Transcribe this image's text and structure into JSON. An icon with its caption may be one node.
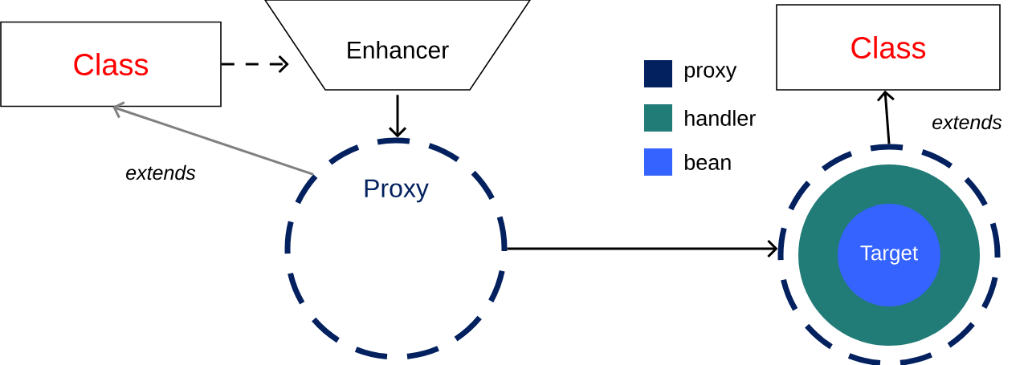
{
  "diagram": {
    "nodes": [
      {
        "text": [
          "Class"
        ]
      },
      {
        "text": [
          "Enhancer"
        ]
      },
      {
        "text": [
          "Proxy"
        ]
      },
      {
        "text": [
          "Class"
        ]
      },
      {
        "text": [],
        "shape": "circle"
      },
      {
        "text": [],
        "shape": "circle",
        "in": 4
      },
      {
        "text": [
          "Target"
        ],
        "in": 5
      }
    ],
    "edges": [
      {
        "from": 0,
        "to": 1,
        "arrow": "to",
        "style": "dashed"
      },
      {
        "from": 1,
        "to": 2,
        "arrow": "to"
      },
      {
        "from": 2,
        "to": 0,
        "arrow": "to",
        "label": "extends",
        "color": "#808080"
      },
      {
        "from": 2,
        "to": 4,
        "arrow": "to"
      },
      {
        "from": 4,
        "to": 3,
        "arrow": "to",
        "label": "extends"
      }
    ],
    "legend": [
      {
        "text": "proxy",
        "color": "#03215f"
      },
      {
        "text": "handler",
        "color": "#217b77"
      },
      {
        "text": "bean",
        "color": "#3563ff"
      }
    ]
  }
}
